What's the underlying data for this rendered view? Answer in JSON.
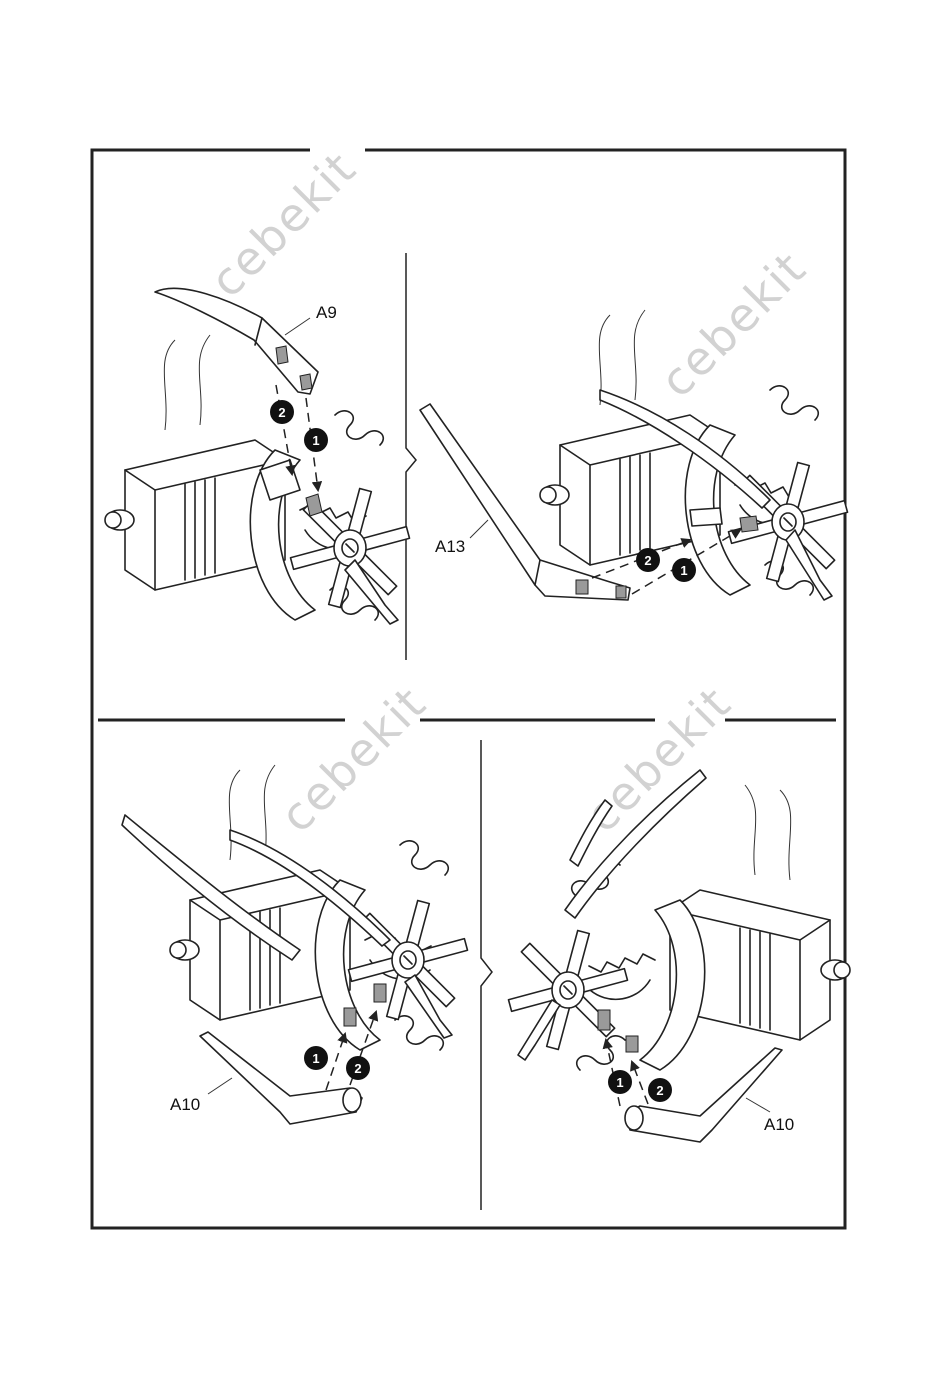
{
  "watermark": "cebekit",
  "panels": [
    {
      "id": "top-left",
      "part_label": "A9",
      "steps": [
        "1",
        "2"
      ]
    },
    {
      "id": "top-right",
      "part_label": "A13",
      "steps": [
        "2",
        "1"
      ]
    },
    {
      "id": "bottom-left",
      "part_label": "A10",
      "steps": [
        "1",
        "2"
      ]
    },
    {
      "id": "bottom-right",
      "part_label": "A10",
      "steps": [
        "1",
        "2"
      ]
    }
  ],
  "colors": {
    "line": "#222222",
    "highlight": "#9a9a9a",
    "watermark": "#d2d2d2"
  }
}
